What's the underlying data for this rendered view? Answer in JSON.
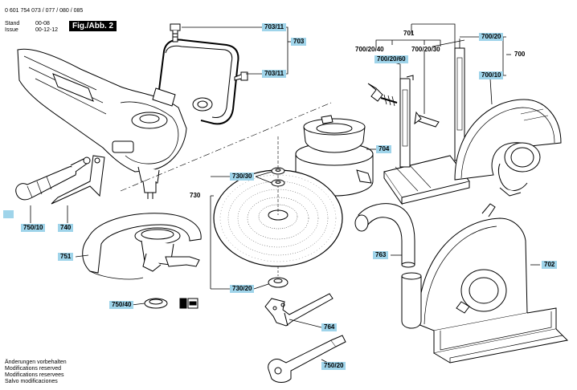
{
  "header": {
    "part_numbers": "0 601 754 073 / 077 / 080 / 085",
    "stand_label": "Stand",
    "stand_value": "00-08",
    "issue_label": "Issue",
    "issue_value": "00-12-12",
    "figure_label": "Fig./Abb. 2"
  },
  "labels": {
    "l701": "701",
    "l700_20_40": "700/20/40",
    "l700_20_30": "700/20/30",
    "l700_20_60": "700/20/60",
    "l700_20": "700/20",
    "l700": "700",
    "l700_10": "700/10",
    "l703_11_top": "703/11",
    "l703": "703",
    "l703_11_bot": "703/11",
    "l704": "704",
    "l730_30": "730/30",
    "l730": "730",
    "l730_20": "730/20",
    "l750_10": "750/10",
    "l740": "740",
    "l751": "751",
    "l750_40": "750/40",
    "l763": "763",
    "l702": "702",
    "l764": "764",
    "l750_20": "750/20"
  },
  "footer": {
    "line1": "Änderungen vorbehalten",
    "line2": "Modifications reserved",
    "line3": "Modifications reservees",
    "line4": "Salvo modificaciones"
  },
  "colors": {
    "label_bg": "#9fd4ea",
    "line": "#000000"
  }
}
